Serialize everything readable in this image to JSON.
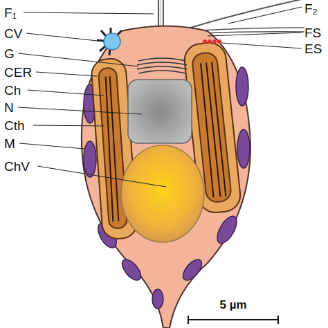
{
  "diagram": {
    "labels": [
      "F₁",
      "CV",
      "G",
      "CER",
      "Ch",
      "N",
      "Cth",
      "M",
      "ChV",
      "F₂",
      "FS",
      "ES",
      "5 µm"
    ]
  }
}
